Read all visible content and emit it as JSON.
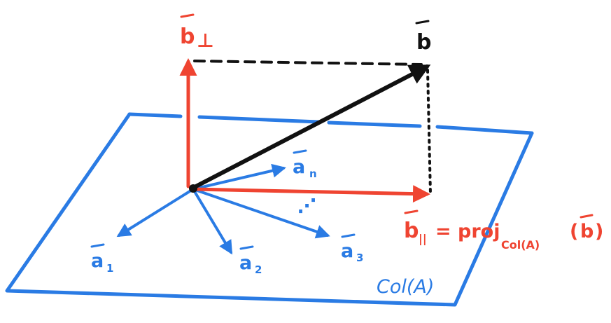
{
  "colors": {
    "plane": "#2a7be4",
    "red": "#ef4431",
    "black": "#111111"
  },
  "labels": {
    "b": "b",
    "b_perp_base": "b",
    "b_perp_sub": "⊥",
    "b_par_base": "b",
    "b_par_sub": "||",
    "proj_eq": "= proj",
    "proj_sub": "Col(A)",
    "proj_arg_open": "(",
    "proj_arg_b": "b",
    "proj_arg_close": ")",
    "a1_base": "a",
    "a1_sub": "1",
    "a2_base": "a",
    "a2_sub": "2",
    "a3_base": "a",
    "a3_sub": "3",
    "an_base": "a",
    "an_sub": "n",
    "ellipsis": "⋰",
    "plane": "Col(A)"
  }
}
